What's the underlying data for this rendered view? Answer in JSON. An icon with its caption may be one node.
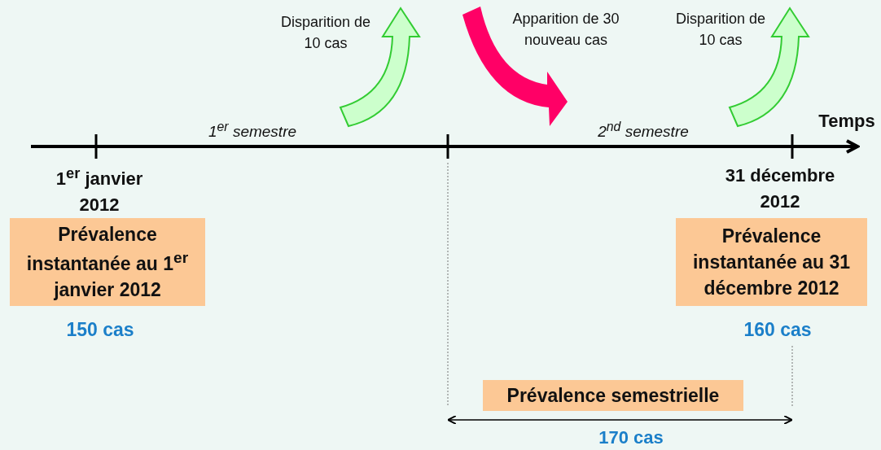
{
  "diagram": {
    "nodes": [
      {
        "text": [
          "Prévalence instantanée au 1$^{er}$ janvier 2012"
        ],
        "beside": [
          "150 cas"
        ]
      },
      {
        "text": [
          "Prévalence instantanée au 31 décembre 2012"
        ],
        "beside": [
          "160 cas"
        ]
      },
      {
        "text": [
          "Prévalence semestrielle"
        ]
      }
    ],
    "labels": [
      "Disparition de 10 cas",
      "Apparition de 30 nouveau cas",
      "Disparition de 10 cas",
      "Temps",
      "1$^{er}$ semestre",
      "2$^{nd}$ semestre",
      "1$^{er}$ janvier 2012",
      "31 décembre 2012",
      "170 cas"
    ]
  }
}
